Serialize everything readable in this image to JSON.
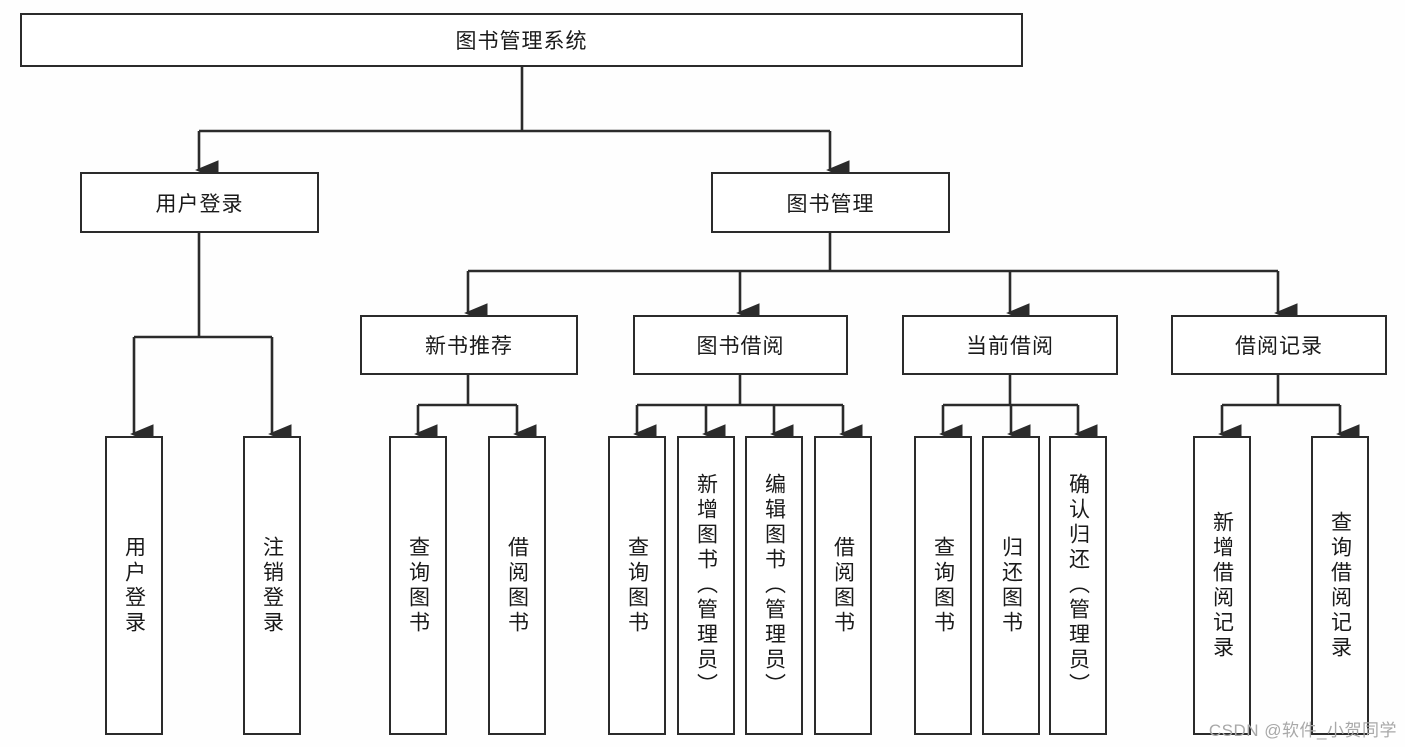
{
  "diagram": {
    "title": "图书管理系统",
    "type": "tree-hierarchy-diagram",
    "watermark": "CSDN @软件_小贺同学",
    "colors": {
      "background": "#fefefe",
      "box_border": "#2b2b2b",
      "box_fill": "#ffffff",
      "edge": "#2b2b2b",
      "text": "#1a1a1a",
      "watermark": "#a8a8a8"
    },
    "root": {
      "label": "图书管理系统",
      "orientation": "horizontal"
    },
    "level2": [
      {
        "label": "用户登录",
        "orientation": "horizontal"
      },
      {
        "label": "图书管理",
        "orientation": "horizontal"
      }
    ],
    "level3": [
      {
        "label": "新书推荐",
        "orientation": "horizontal"
      },
      {
        "label": "图书借阅",
        "orientation": "horizontal"
      },
      {
        "label": "当前借阅",
        "orientation": "horizontal"
      },
      {
        "label": "借阅记录",
        "orientation": "horizontal"
      }
    ],
    "leaves": {
      "user_login": [
        {
          "label": "用户登录",
          "orientation": "vertical"
        },
        {
          "label": "注销登录",
          "orientation": "vertical"
        }
      ],
      "new_book_recommend": [
        {
          "label": "查询图书",
          "orientation": "vertical"
        },
        {
          "label": "借阅图书",
          "orientation": "vertical"
        }
      ],
      "book_borrow": [
        {
          "label": "查询图书",
          "orientation": "vertical"
        },
        {
          "label": "新增图书（管理员）",
          "orientation": "vertical"
        },
        {
          "label": "编辑图书（管理员）",
          "orientation": "vertical"
        },
        {
          "label": "借阅图书",
          "orientation": "vertical"
        }
      ],
      "current_borrow": [
        {
          "label": "查询图书",
          "orientation": "vertical"
        },
        {
          "label": "归还图书",
          "orientation": "vertical"
        },
        {
          "label": "确认归还（管理员）",
          "orientation": "vertical"
        }
      ],
      "borrow_record": [
        {
          "label": "新增借阅记录",
          "orientation": "vertical"
        },
        {
          "label": "查询借阅记录",
          "orientation": "vertical"
        }
      ]
    }
  }
}
